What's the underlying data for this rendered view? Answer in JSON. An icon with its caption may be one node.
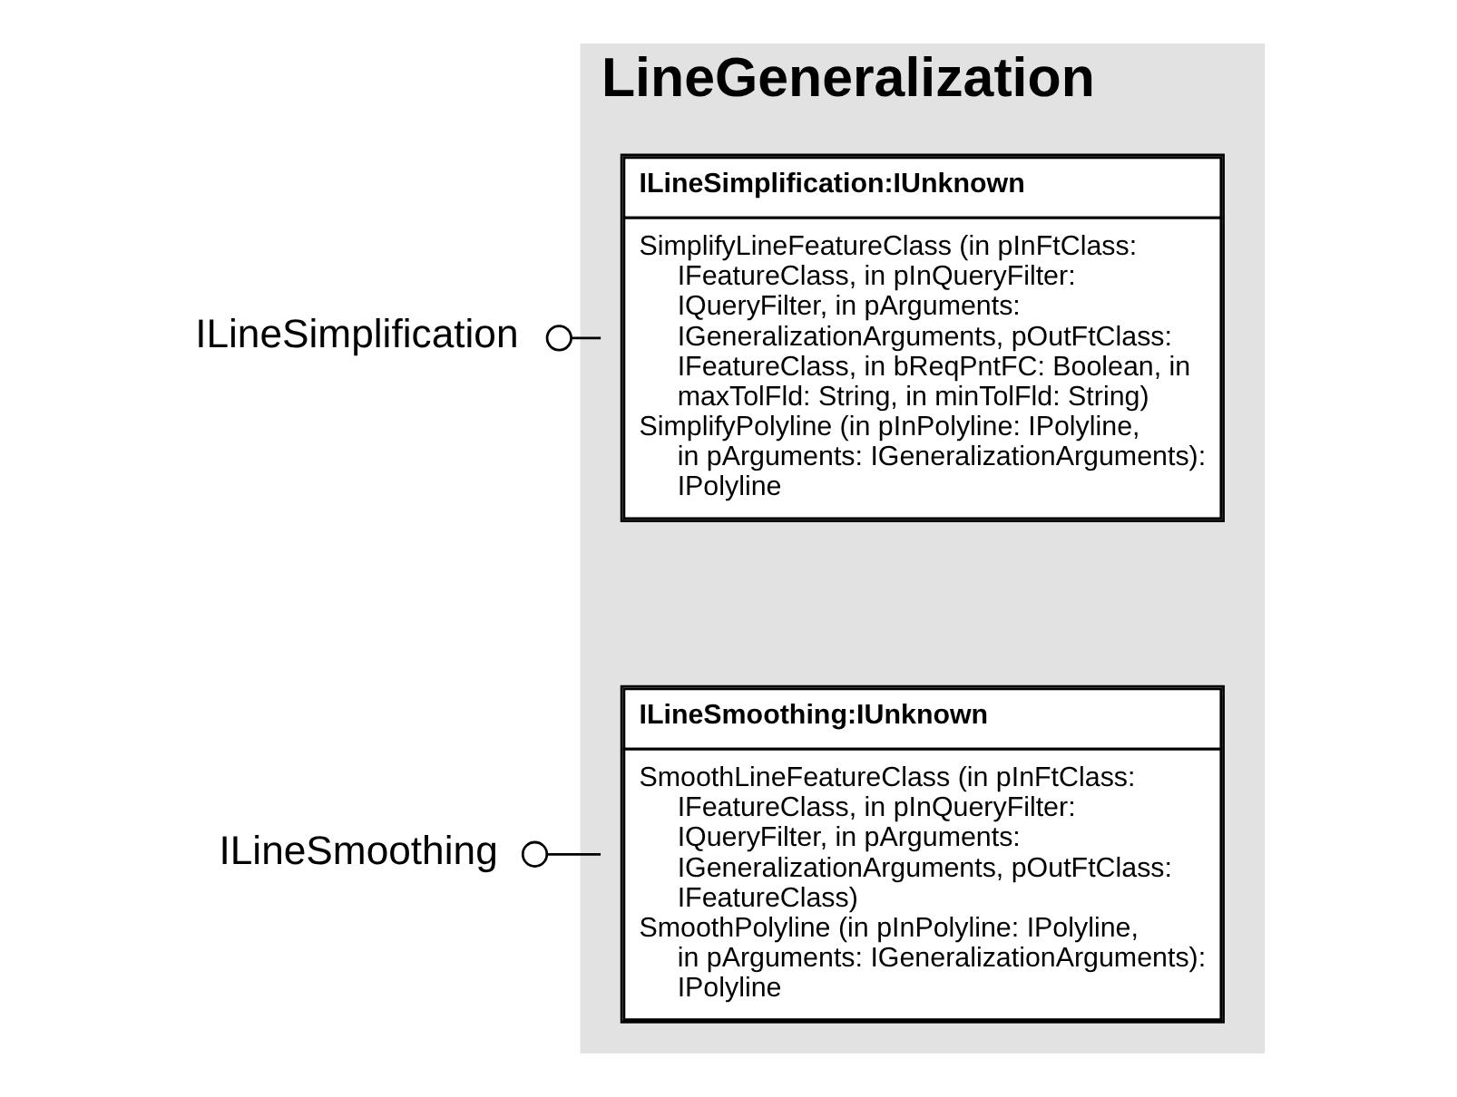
{
  "diagram": {
    "nodes": [
      {
        "text": [
          "LineGeneralization"
        ]
      },
      {
        "text": [
          "ILineSimplification"
        ]
      },
      {
        "text": [
          "ILineSimplification:IUnknown",
          "SimplifyLineFeatureClass (in pInFtClass: IFeatureClass, in pInQueryFilter: IQueryFilter, in pArguments: IGeneralizationArguments, pOutFtClass: IFeatureClass, in bReqPntFC: Boolean, in maxTolFld: String, in minTolFld: String)",
          "SimplifyPolyline (in pInPolyline: IPolyline, in pArguments: IGeneralizationArguments): IPolyline"
        ],
        "in": 0
      },
      {
        "text": [
          "ILineSmoothing"
        ]
      },
      {
        "text": [
          "ILineSmoothing:IUnknown",
          "SmoothLineFeatureClass (in pInFtClass: IFeatureClass, in pInQueryFilter: IQueryFilter, in pArguments: IGeneralizationArguments, pOutFtClass: IFeatureClass)",
          "SmoothPolyline (in pInPolyline: IPolyline, in pArguments: IGeneralizationArguments): IPolyline"
        ],
        "in": 0
      }
    ],
    "edges": [
      {
        "from": 1,
        "to": 2,
        "arrow": "other"
      },
      {
        "from": 3,
        "to": 4,
        "arrow": "other"
      }
    ]
  }
}
